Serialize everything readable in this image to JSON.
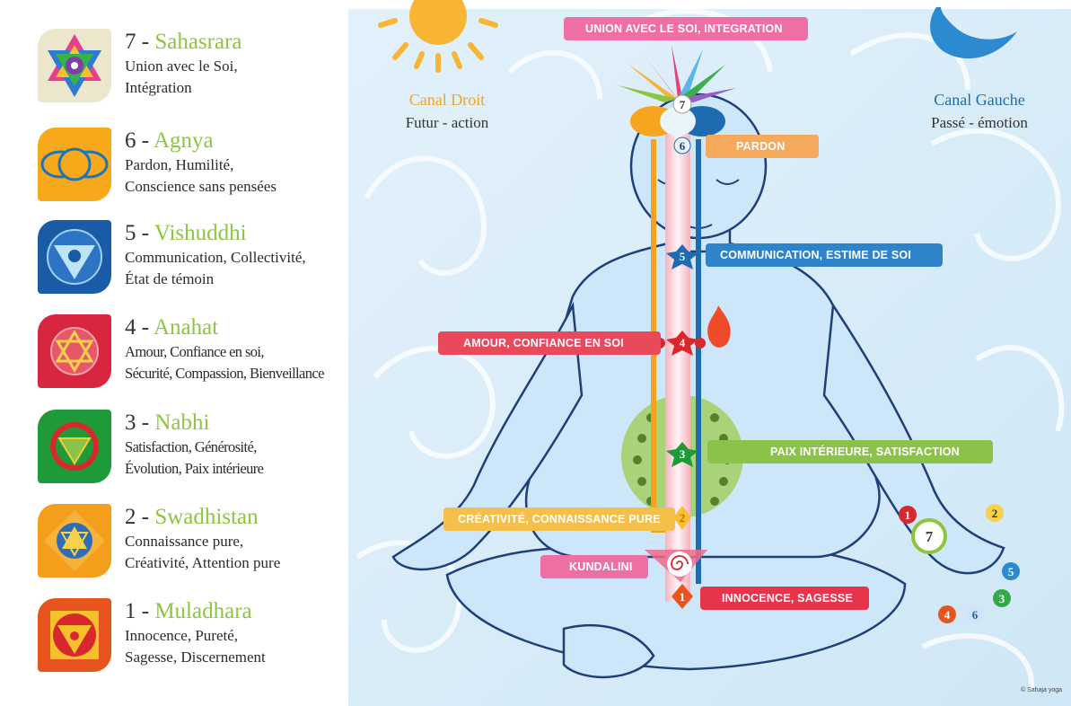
{
  "legend": {
    "items": [
      {
        "num": "7 -",
        "name": "Sahasrara",
        "desc": [
          "Union avec le Soi,",
          "Intégration"
        ],
        "color": "#e8e2c8"
      },
      {
        "num": "6 -",
        "name": "Agnya",
        "desc": [
          "Pardon, Humilité,",
          "Conscience sans pensées"
        ],
        "color": "#f7a81b"
      },
      {
        "num": "5 -",
        "name": "Vishuddhi",
        "desc": [
          "Communication, Collectivité,",
          "État de témoin"
        ],
        "color": "#1a5ba8"
      },
      {
        "num": "4 -",
        "name": "Anahat",
        "desc": [
          "Amour, Confiance en soi,",
          "Sécurité, Compassion, Bienveillance"
        ],
        "color": "#d7263d"
      },
      {
        "num": "3 -",
        "name": "Nabhi",
        "desc": [
          "Satisfaction, Générosité,",
          "Évolution, Paix intérieure"
        ],
        "color": "#1f9a3a"
      },
      {
        "num": "2 -",
        "name": "Swadhistan",
        "desc": [
          "Connaissance pure,",
          "Créativité, Attention pure"
        ],
        "color": "#f59e1b"
      },
      {
        "num": "1 -",
        "name": "Muladhara",
        "desc": [
          "Innocence, Pureté,",
          "Sagesse, Discernement"
        ],
        "color": "#e8541e"
      }
    ]
  },
  "diagram": {
    "canal_droit": {
      "title": "Canal Droit",
      "subtitle": "Futur - action",
      "color": "#f4a21e"
    },
    "canal_gauche": {
      "title": "Canal Gauche",
      "subtitle": "Passé - émotion",
      "color": "#1f6bb0"
    },
    "tags": {
      "t7": "UNION AVEC LE SOI, INTEGRATION",
      "t6": "PARDON",
      "t5": "COMMUNICATION, ESTIME DE SOI",
      "t4": "AMOUR, CONFIANCE EN SOI",
      "t3": "PAIX INTÉRIEURE, SATISFACTION",
      "t2": "CRÉATIVITÉ, CONNAISSANCE PURE",
      "tk": "KUNDALINI",
      "t1": "INNOCENCE, SAGESSE"
    },
    "chakra_numbers": {
      "n7": "7",
      "n6": "6",
      "n5": "5",
      "n4": "4",
      "n3": "3",
      "n2": "2",
      "n1": "1"
    },
    "hand_numbers": {
      "h7": "7",
      "h1": "1",
      "h2": "2",
      "h5": "5",
      "h3": "3",
      "h4": "4",
      "h6": "6"
    },
    "credit": "© Sahaja yoga"
  }
}
